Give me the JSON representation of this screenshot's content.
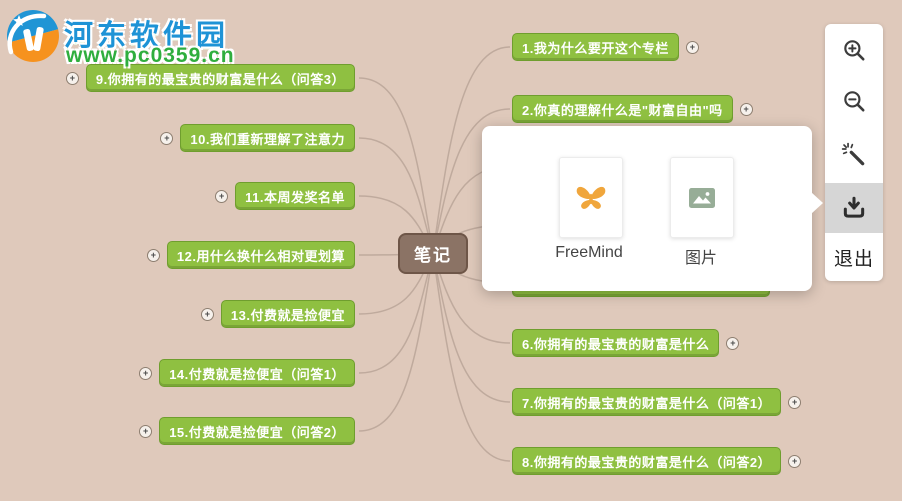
{
  "watermark": {
    "site_name": "河东软件园",
    "site_url": "www.pc0359.cn"
  },
  "mindmap": {
    "root_label": "笔记",
    "expand_symbol": "+",
    "left_nodes": [
      {
        "label": "9.你拥有的最宝贵的财富是什么（问答3）"
      },
      {
        "label": "10.我们重新理解了注意力"
      },
      {
        "label": "11.本周发奖名单"
      },
      {
        "label": "12.用什么换什么相对更划算"
      },
      {
        "label": "13.付费就是捡便宜"
      },
      {
        "label": "14.付费就是捡便宜（问答1）"
      },
      {
        "label": "15.付费就是捡便宜（问答2）"
      }
    ],
    "right_nodes": [
      {
        "label": "1.我为什么要开这个专栏"
      },
      {
        "label": "2.你真的理解什么是\"财富自由\"吗"
      },
      {
        "label": "6.你拥有的最宝贵的财富是什么"
      },
      {
        "label": "7.你拥有的最宝贵的财富是什么（问答1）"
      },
      {
        "label": "8.你拥有的最宝贵的财富是什么（问答2）"
      }
    ]
  },
  "export_dialog": {
    "options": [
      {
        "label": "FreeMind",
        "icon": "butterfly-icon"
      },
      {
        "label": "图片",
        "icon": "image-icon"
      }
    ]
  },
  "sidebar": {
    "buttons": [
      {
        "name": "zoom-in"
      },
      {
        "name": "zoom-out"
      },
      {
        "name": "beautify"
      },
      {
        "name": "download",
        "active": true
      }
    ],
    "exit_label": "退出"
  },
  "colors": {
    "background": "#dfc9bb",
    "node_green": "#8fc041",
    "node_green_border": "#6f9e2e",
    "root_fill": "#8b7365",
    "root_border": "#6e5648",
    "connector": "#bfaa9d",
    "butterfly_orange": "#f0a63c",
    "image_icon_green": "#97ad97",
    "active_button_bg": "#d6d6d6",
    "logo_blue": "#2095d5",
    "logo_orange": "#f6921e",
    "url_green": "#2fae3e"
  }
}
